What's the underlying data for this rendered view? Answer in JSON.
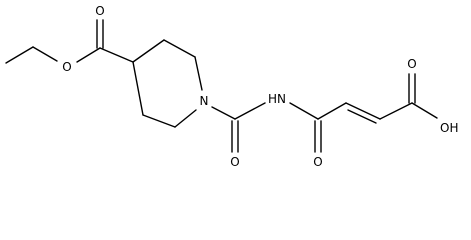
{
  "structure": {
    "atom_labels": {
      "ester_o_carbonyl": "O",
      "ester_o_ether": "O",
      "ring_n": "N",
      "urea_o": "O",
      "amide_nh": "HN",
      "amide_o": "O",
      "acid_o_carbonyl": "O",
      "acid_oh": "OH"
    }
  }
}
